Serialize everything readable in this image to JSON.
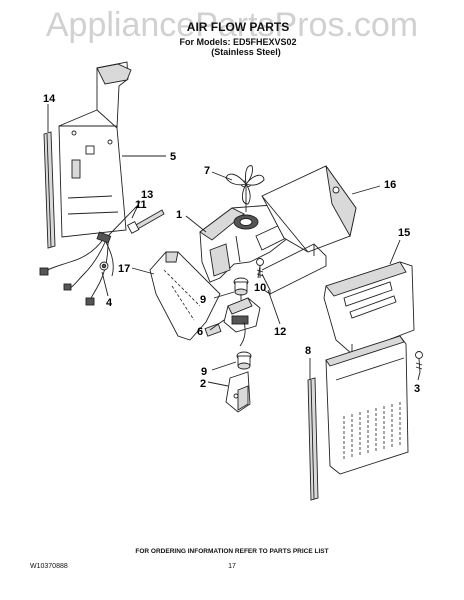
{
  "watermark": "AppliancePartsPros.com",
  "header": {
    "title": "AIR FLOW PARTS",
    "models": "For Models: ED5FHEXVS02",
    "variant": "(Stainless Steel)"
  },
  "callouts": [
    "1",
    "2",
    "3",
    "4",
    "5",
    "6",
    "7",
    "8",
    "9",
    "9",
    "10",
    "11",
    "12",
    "13",
    "14",
    "15",
    "16",
    "17"
  ],
  "footer": {
    "ordering_note": "FOR ORDERING INFORMATION REFER TO PARTS PRICE LIST",
    "doc_number": "W10370888",
    "page_number": "17"
  }
}
